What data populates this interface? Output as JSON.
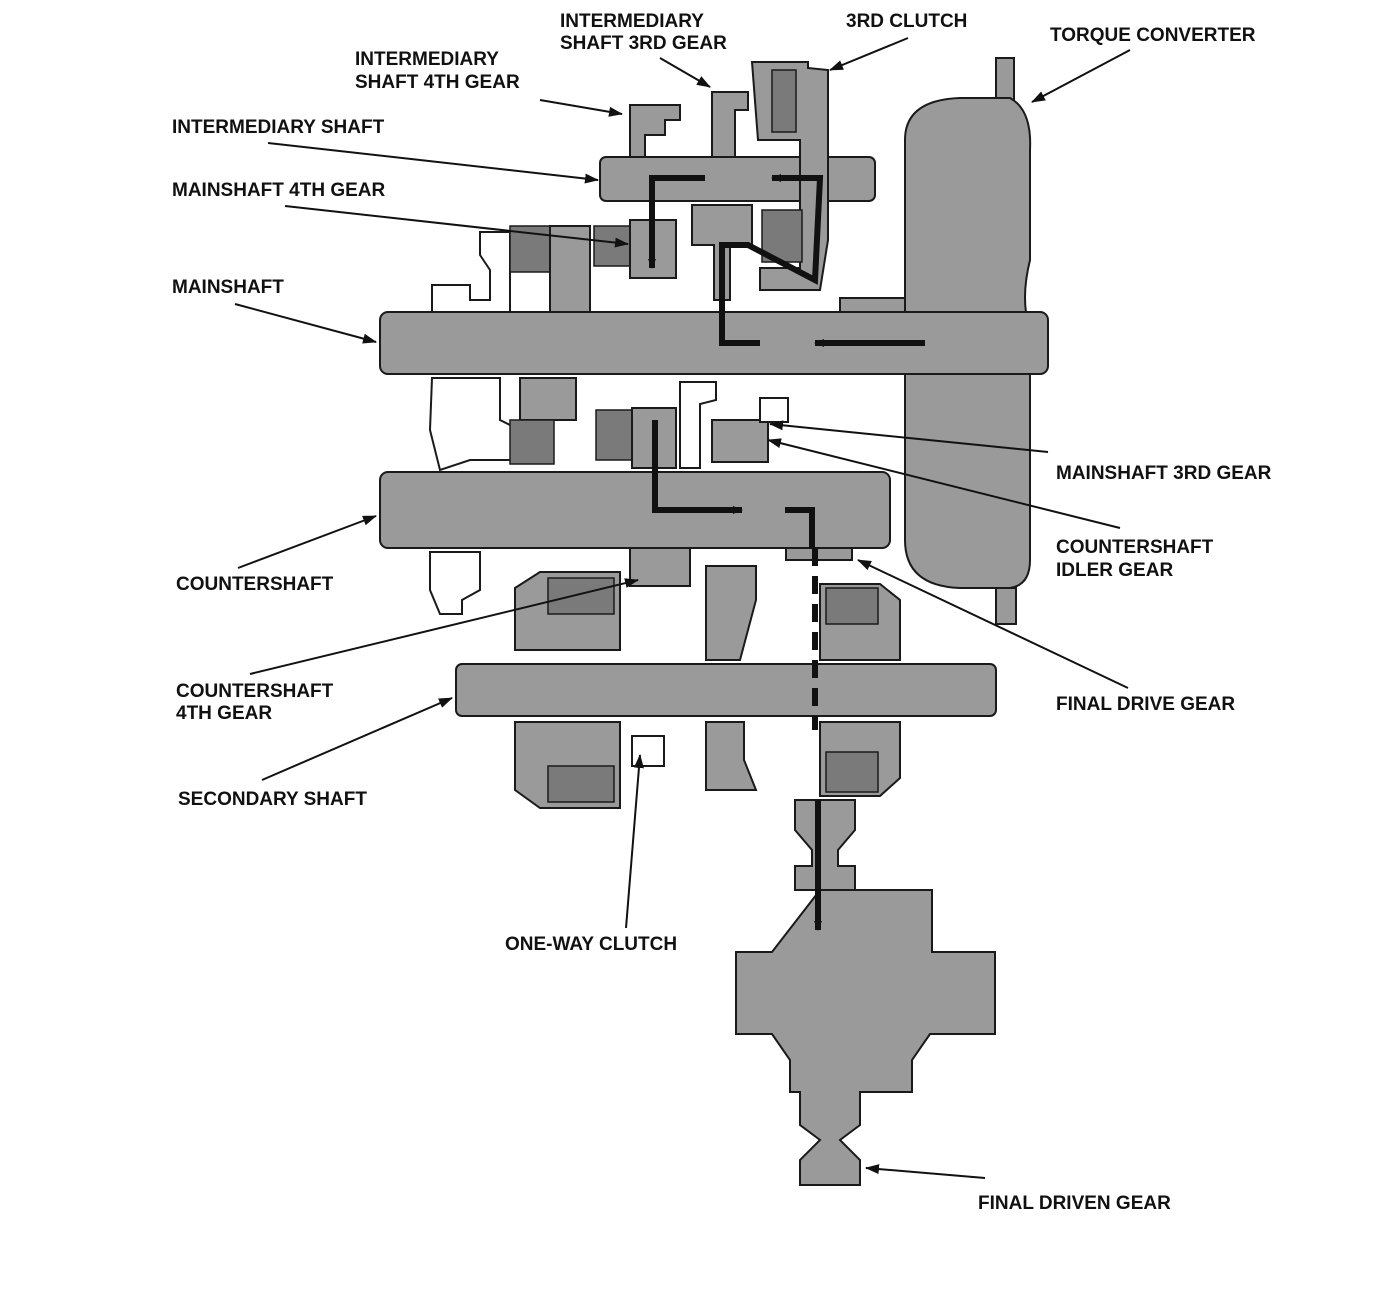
{
  "colors": {
    "ink": "#111111",
    "part_fill": "#9a9a9a",
    "plate_fill": "#7a7a7a",
    "background": "#ffffff"
  },
  "labels": {
    "intermediary_shaft_3rd_gear": [
      "INTERMEDIARY",
      "SHAFT 3RD GEAR"
    ],
    "third_clutch": "3RD CLUTCH",
    "torque_converter": "TORQUE CONVERTER",
    "intermediary_shaft_4th_gear": [
      "INTERMEDIARY",
      "SHAFT 4TH GEAR"
    ],
    "intermediary_shaft": "INTERMEDIARY SHAFT",
    "mainshaft_4th_gear": "MAINSHAFT 4TH GEAR",
    "mainshaft": "MAINSHAFT",
    "mainshaft_3rd_gear": "MAINSHAFT 3RD GEAR",
    "countershaft_idler_gear": [
      "COUNTERSHAFT",
      "IDLER GEAR"
    ],
    "countershaft": "COUNTERSHAFT",
    "countershaft_4th_gear": [
      "COUNTERSHAFT",
      "4TH GEAR"
    ],
    "final_drive_gear": "FINAL DRIVE GEAR",
    "secondary_shaft": "SECONDARY SHAFT",
    "one_way_clutch": "ONE-WAY CLUTCH",
    "final_driven_gear": "FINAL DRIVEN GEAR"
  }
}
